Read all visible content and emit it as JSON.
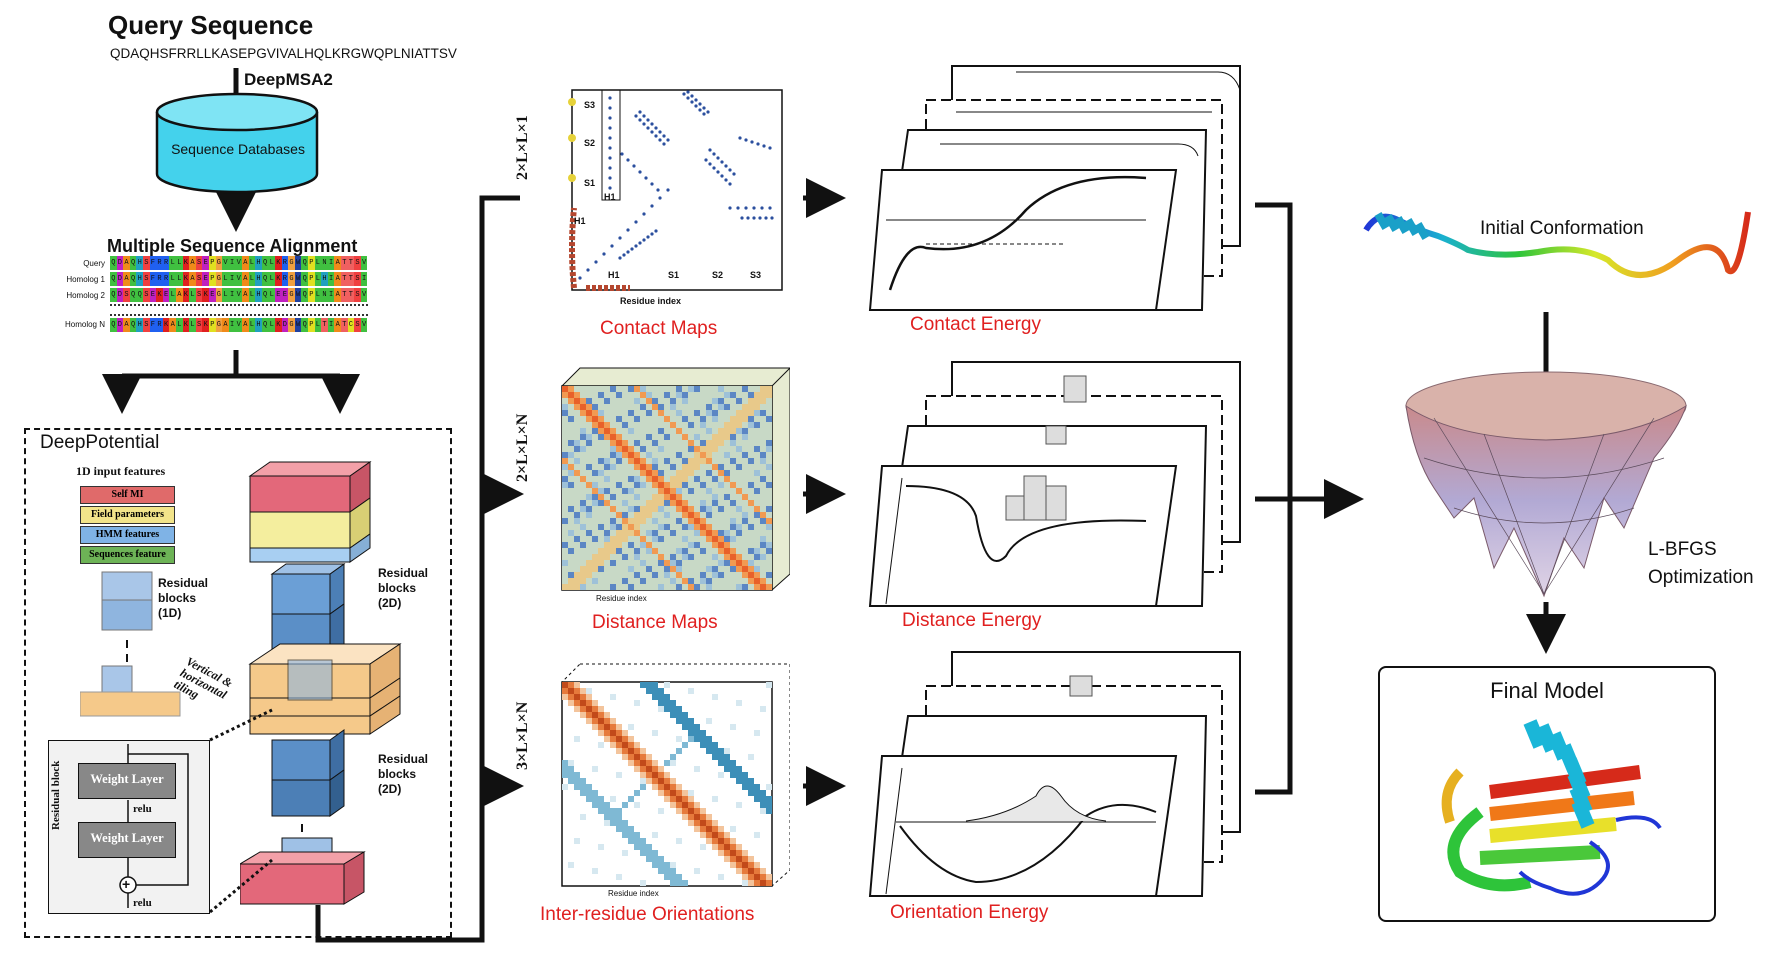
{
  "header": {
    "title": "Query Sequence",
    "sequence": "QDAQHSFRRLLKASEPGVIVALHQLKRGWQPLNIATTSV",
    "deepmsa": "DeepMSA2",
    "databases": "Sequence Databases",
    "msa_title": "Multiple Sequence Alignment"
  },
  "msa": {
    "rows": [
      {
        "label": "Query",
        "seq": "QDAQHSFRRLLKASEPGVIVALHQLKRGWQPLNIATTSV"
      },
      {
        "label": "Homolog 1",
        "seq": "QDAQHSFRRLLKASEPGLIVALHQLKRGWQPLHIATTSI"
      },
      {
        "label": "Homolog 2",
        "seq": "QDSQQSEKELAKLSKEGLIVALHQLEEGWQPLNIATTSV"
      },
      {
        "label": "Homolog N",
        "seq": "QDAQHSFRKALKLSKPGAIVALHQLKDGWQPLTIATCSV"
      }
    ]
  },
  "deep_potential": {
    "title": "DeepPotential",
    "input_title": "1D input features",
    "features": [
      "Self MI",
      "Field parameters",
      "HMM features",
      "Sequences feature"
    ],
    "feature_colors": [
      "#e06a6a",
      "#f2e48a",
      "#7fb3e6",
      "#6db356"
    ],
    "res1d": "Residual blocks (1D)",
    "res2d_a": "Residual blocks (2D)",
    "res2d_b": "Residual blocks (2D)",
    "tiling": "Vertical & horizontal tiling",
    "residual_block": "Residual block",
    "weight_layer_1": "Weight Layer",
    "weight_layer_2": "Weight Layer",
    "relu_1": "relu",
    "relu_2": "relu",
    "plus": "+"
  },
  "maps": {
    "contact_dim": "2×L×L×1",
    "distance_dim": "2×L×L×N",
    "orient_dim": "3×L×L×N",
    "contact_label": "Contact Maps",
    "distance_label": "Distance Maps",
    "orient_label": "Inter-residue Orientations",
    "axis_label": "Residue index"
  },
  "energies": {
    "contact": "Contact Energy",
    "distance": "Distance Energy",
    "orientation": "Orientation Energy"
  },
  "right": {
    "initial": "Initial Conformation",
    "optimization": "L-BFGS Optimization",
    "final": "Final Model"
  },
  "colors": {
    "label_red": "#e02020",
    "db_cyan": "#4fd6ee",
    "block_blue": "#5b8fc7",
    "block_orange": "#f5c98a",
    "block_pink": "#e3687a"
  }
}
